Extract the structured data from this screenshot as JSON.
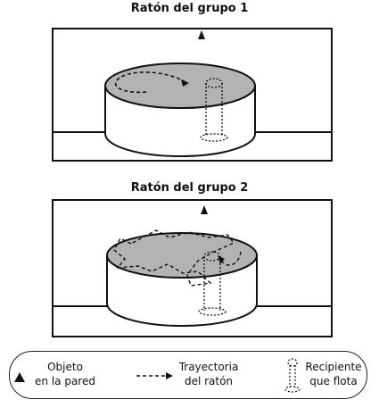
{
  "panels": [
    {
      "title": "Ratón del grupo 1"
    },
    {
      "title": "Ratón del grupo 2"
    }
  ],
  "legend": {
    "object_line1": "Objeto",
    "object_line2": "en la pared",
    "path_line1": "Trayectoria",
    "path_line2": "del ratón",
    "platform_line1": "Recipiente",
    "platform_line2": "que flota"
  },
  "colors": {
    "water": "#b3b3b3",
    "stroke": "#111111"
  }
}
